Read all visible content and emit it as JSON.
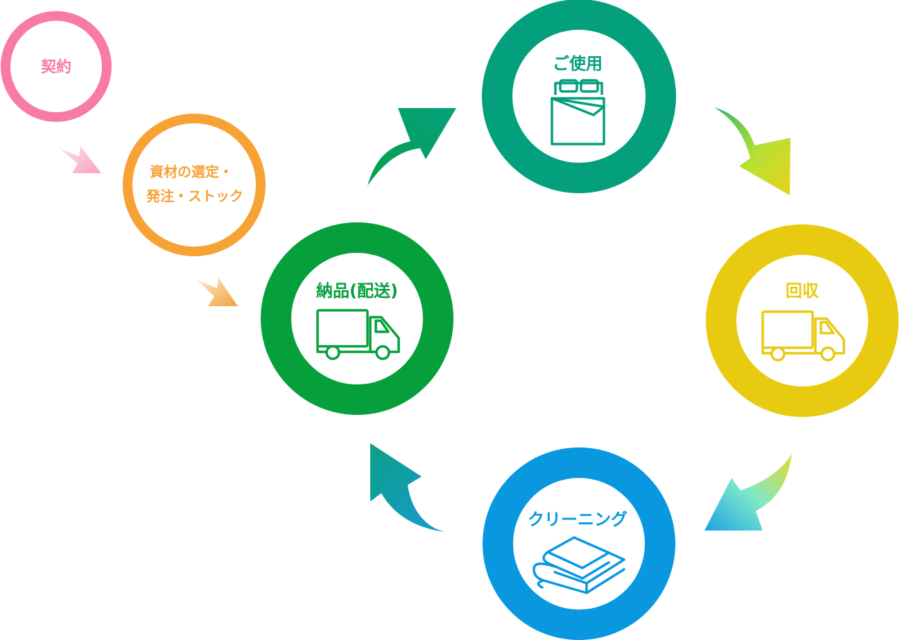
{
  "colors": {
    "contract": "#f77ba3",
    "materials": "#f7a235",
    "delivery": "#05a03c",
    "use": "#04a07e",
    "collection": "#e8cb10",
    "cleaning": "#0998e0"
  },
  "steps": {
    "contract": {
      "label": "契約"
    },
    "materials": {
      "line1": "資材の選定・",
      "line2": "発注・ストック"
    },
    "delivery": {
      "label": "納品(配送)",
      "icon": "truck-icon"
    },
    "use": {
      "label": "ご使用",
      "icon": "bed-icon"
    },
    "collection": {
      "label": "回収",
      "icon": "truck-icon"
    },
    "cleaning": {
      "label": "クリーニング",
      "icon": "folded-linen-icon"
    }
  }
}
